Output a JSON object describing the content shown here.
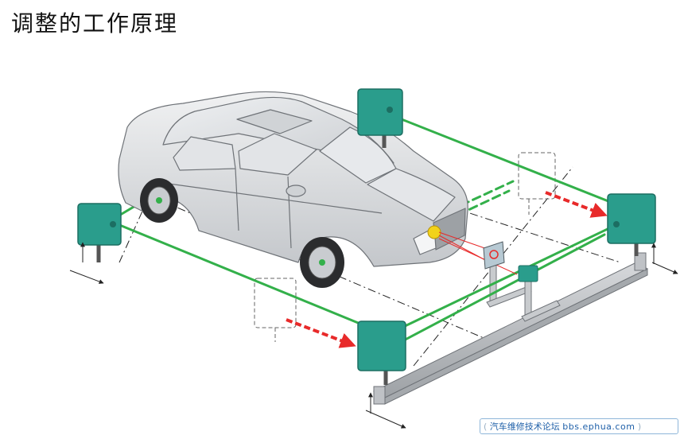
{
  "title": "调整的工作原理",
  "watermark": {
    "site_name": "汽车维修技术论坛",
    "domain": "bbs.ephua.com",
    "left_bracket": "(",
    "right_bracket": ")"
  },
  "colors": {
    "sensor_head": "#2a9d8c",
    "sensor_edge": "#1c6e62",
    "beam_line": "#33b04a",
    "arrow": "#e82a2a",
    "car_body": "#dadcdf",
    "car_outline": "#6f7378",
    "rail": "#b8bcc0",
    "headlight_spot": "#f2d21a"
  },
  "diagram": {
    "sensor_heads": [
      "front-left",
      "front-right",
      "rear-left",
      "rear-right"
    ]
  }
}
